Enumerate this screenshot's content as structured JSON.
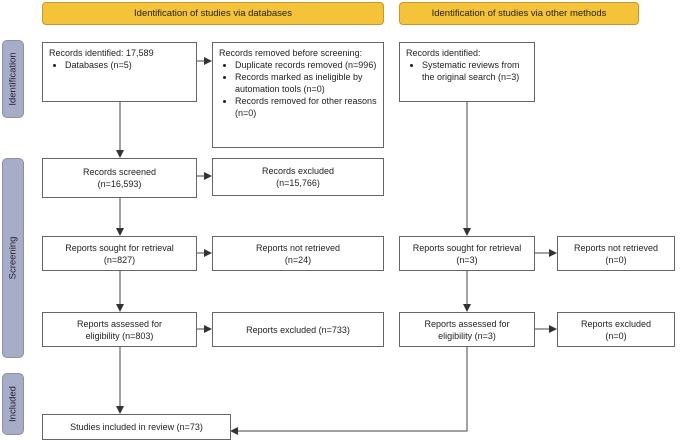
{
  "headers": {
    "databases": "Identification of studies via databases",
    "other": "Identification of studies via other methods"
  },
  "phases": {
    "identification": "Identification",
    "screening": "Screening",
    "included": "Included"
  },
  "db": {
    "identified": {
      "title": "Records identified: 17,589",
      "items": [
        "Databases (n=5)"
      ]
    },
    "removed": {
      "title": "Records removed before screening:",
      "items": [
        "Duplicate records removed (n=996)",
        "Records marked as ineligible by automation tools (n=0)",
        "Records removed for other reasons (n=0)"
      ]
    },
    "screened": {
      "line1": "Records screened",
      "line2": "(n=16,593)"
    },
    "excluded": {
      "line1": "Records excluded",
      "line2": "(n=15,766)"
    },
    "sought": {
      "line1": "Reports sought for retrieval",
      "line2": "(n=827)"
    },
    "not_retrieved": {
      "line1": "Reports not retrieved",
      "line2": "(n=24)"
    },
    "assessed": {
      "line1": "Reports assessed for",
      "line2": "eligibility (n=803)"
    },
    "reports_excluded": {
      "text": "Reports excluded (n=733)"
    },
    "included": {
      "text": "Studies included in review (n=73)"
    }
  },
  "other": {
    "identified": {
      "title": "Records identified:",
      "items": [
        "Systematic reviews from the original search (n=3)"
      ]
    },
    "sought": {
      "line1": "Reports sought for retrieval",
      "line2": "(n=3)"
    },
    "not_retrieved": {
      "line1": "Reports not retrieved",
      "line2": "(n=0)"
    },
    "assessed": {
      "line1": "Reports assessed for",
      "line2": "eligibility (n=3)"
    },
    "excluded": {
      "line1": "Reports excluded",
      "line2": "(n=0)"
    }
  }
}
